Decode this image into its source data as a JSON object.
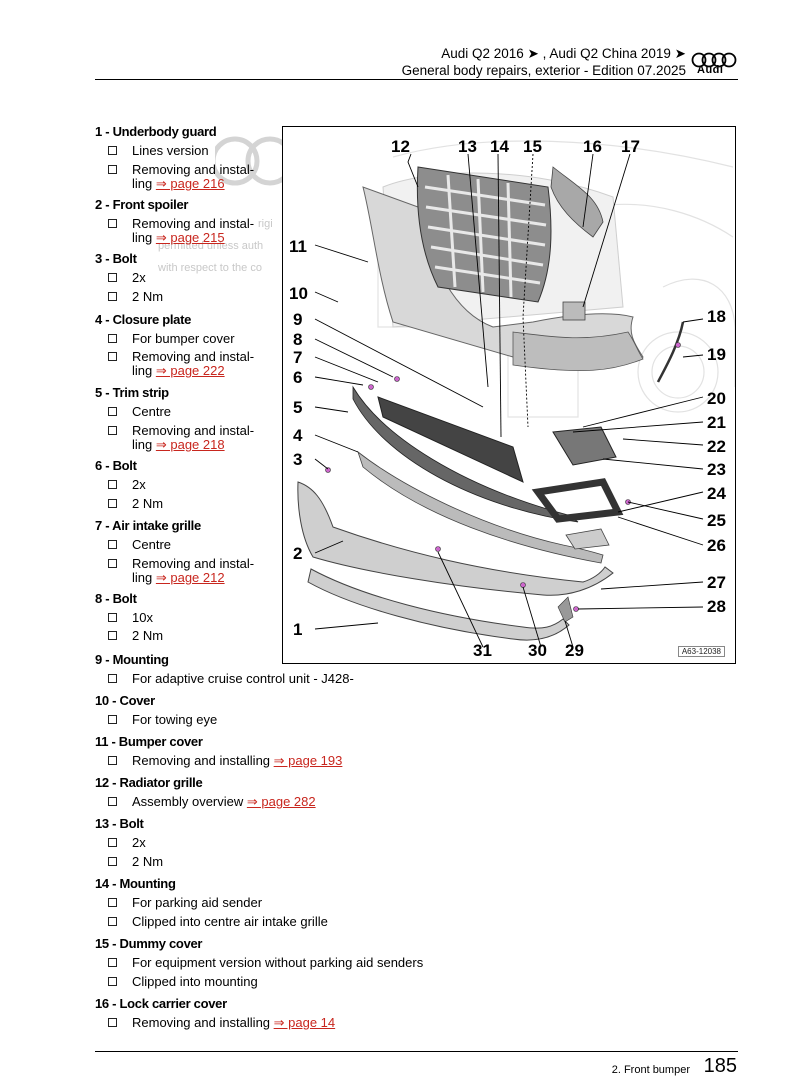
{
  "header": {
    "line1": "Audi Q2 2016 ➤ , Audi Q2 China 2019 ➤",
    "line2": "General body repairs, exterior - Edition 07.2025",
    "brand": "Audi"
  },
  "watermark": {
    "line1": "rigi",
    "line2": "permitted unless auth",
    "line3": "with respect to the co"
  },
  "items": [
    {
      "title": "1 - Underbody guard",
      "bullets": [
        {
          "text": "Lines version"
        },
        {
          "text": "Removing and instal-",
          "text2": "ling ",
          "link": "⇒ page 216"
        }
      ]
    },
    {
      "title": "2 - Front spoiler",
      "bullets": [
        {
          "text": "Removing and instal-",
          "text2": "ling ",
          "link": "⇒ page 215"
        }
      ]
    },
    {
      "title": "3 - Bolt",
      "bullets": [
        {
          "text": "2x"
        },
        {
          "text": "2 Nm"
        }
      ]
    },
    {
      "title": "4 - Closure plate",
      "bullets": [
        {
          "text": "For bumper cover"
        },
        {
          "text": "Removing and instal-",
          "text2": "ling ",
          "link": "⇒ page 222"
        }
      ]
    },
    {
      "title": "5 - Trim strip",
      "bullets": [
        {
          "text": "Centre"
        },
        {
          "text": "Removing and instal-",
          "text2": "ling ",
          "link": "⇒ page 218"
        }
      ]
    },
    {
      "title": "6 - Bolt",
      "bullets": [
        {
          "text": "2x"
        },
        {
          "text": "2 Nm"
        }
      ]
    },
    {
      "title": "7 - Air intake grille",
      "bullets": [
        {
          "text": "Centre"
        },
        {
          "text": "Removing and instal-",
          "text2": "ling ",
          "link": "⇒ page 212"
        }
      ]
    },
    {
      "title": "8 - Bolt",
      "bullets": [
        {
          "text": "10x"
        },
        {
          "text": "2 Nm"
        }
      ]
    },
    {
      "title": "9 - Mounting",
      "bullets": [
        {
          "text": "For adaptive cruise control unit - J428-"
        }
      ]
    },
    {
      "title": "10 - Cover",
      "bullets": [
        {
          "text": "For towing eye"
        }
      ]
    },
    {
      "title": "11 - Bumper cover",
      "bullets": [
        {
          "text": "Removing and installing ",
          "link": "⇒ page 193"
        }
      ]
    },
    {
      "title": "12 - Radiator grille",
      "bullets": [
        {
          "text": "Assembly overview ",
          "link": "⇒ page 282"
        }
      ]
    },
    {
      "title": "13 - Bolt",
      "bullets": [
        {
          "text": "2x"
        },
        {
          "text": "2 Nm"
        }
      ]
    },
    {
      "title": "14 - Mounting",
      "bullets": [
        {
          "text": "For parking aid sender"
        },
        {
          "text": "Clipped into centre air intake grille"
        }
      ]
    },
    {
      "title": "15 - Dummy cover",
      "bullets": [
        {
          "text": "For equipment version without parking aid senders"
        },
        {
          "text": "Clipped into mounting"
        }
      ]
    },
    {
      "title": "16 - Lock carrier cover",
      "bullets": [
        {
          "text": "Removing and installing ",
          "link": "⇒ page 14"
        }
      ]
    }
  ],
  "figure": {
    "reference": "A63-12038",
    "callouts": [
      "1",
      "2",
      "3",
      "4",
      "5",
      "6",
      "7",
      "8",
      "9",
      "10",
      "11",
      "12",
      "13",
      "14",
      "15",
      "16",
      "17",
      "18",
      "19",
      "20",
      "21",
      "22",
      "23",
      "24",
      "25",
      "26",
      "27",
      "28",
      "29",
      "30",
      "31"
    ]
  },
  "footer": {
    "section": "2. Front bumper",
    "page_number": "185"
  }
}
